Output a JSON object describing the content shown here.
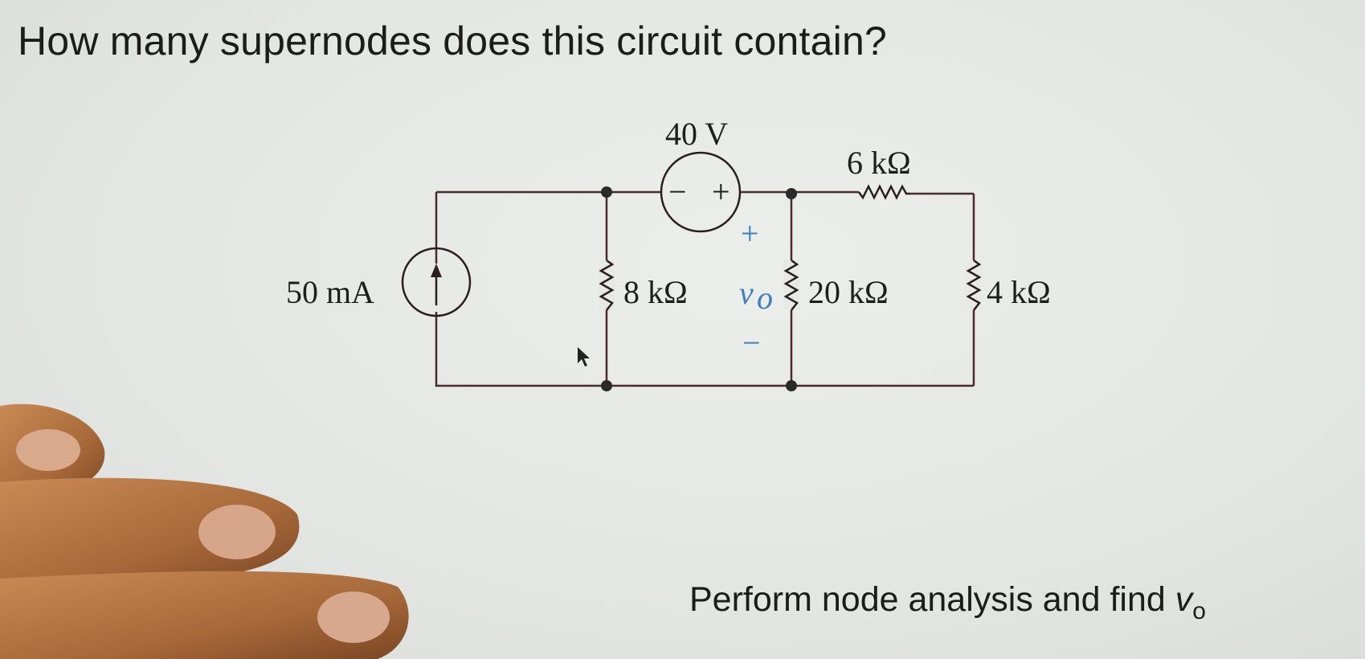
{
  "question": "How many supernodes does this circuit contain?",
  "instruction": {
    "text": "Perform node analysis and find ",
    "var": "v",
    "sub": "o"
  },
  "circuit": {
    "current_source": {
      "label": "50 mA"
    },
    "voltage_source": {
      "label": "40 V",
      "minus": "−",
      "plus": "+"
    },
    "resistors": {
      "r8": "8 kΩ",
      "r20": "20 kΩ",
      "r6": "6 kΩ",
      "r4": "4 kΩ"
    },
    "output": {
      "plus": "+",
      "var": "v",
      "sub": "o",
      "minus": "−"
    }
  },
  "colors": {
    "wire": "#4a2a2e",
    "accent_label": "#3f7fbf",
    "background": "#e4e7e4"
  }
}
